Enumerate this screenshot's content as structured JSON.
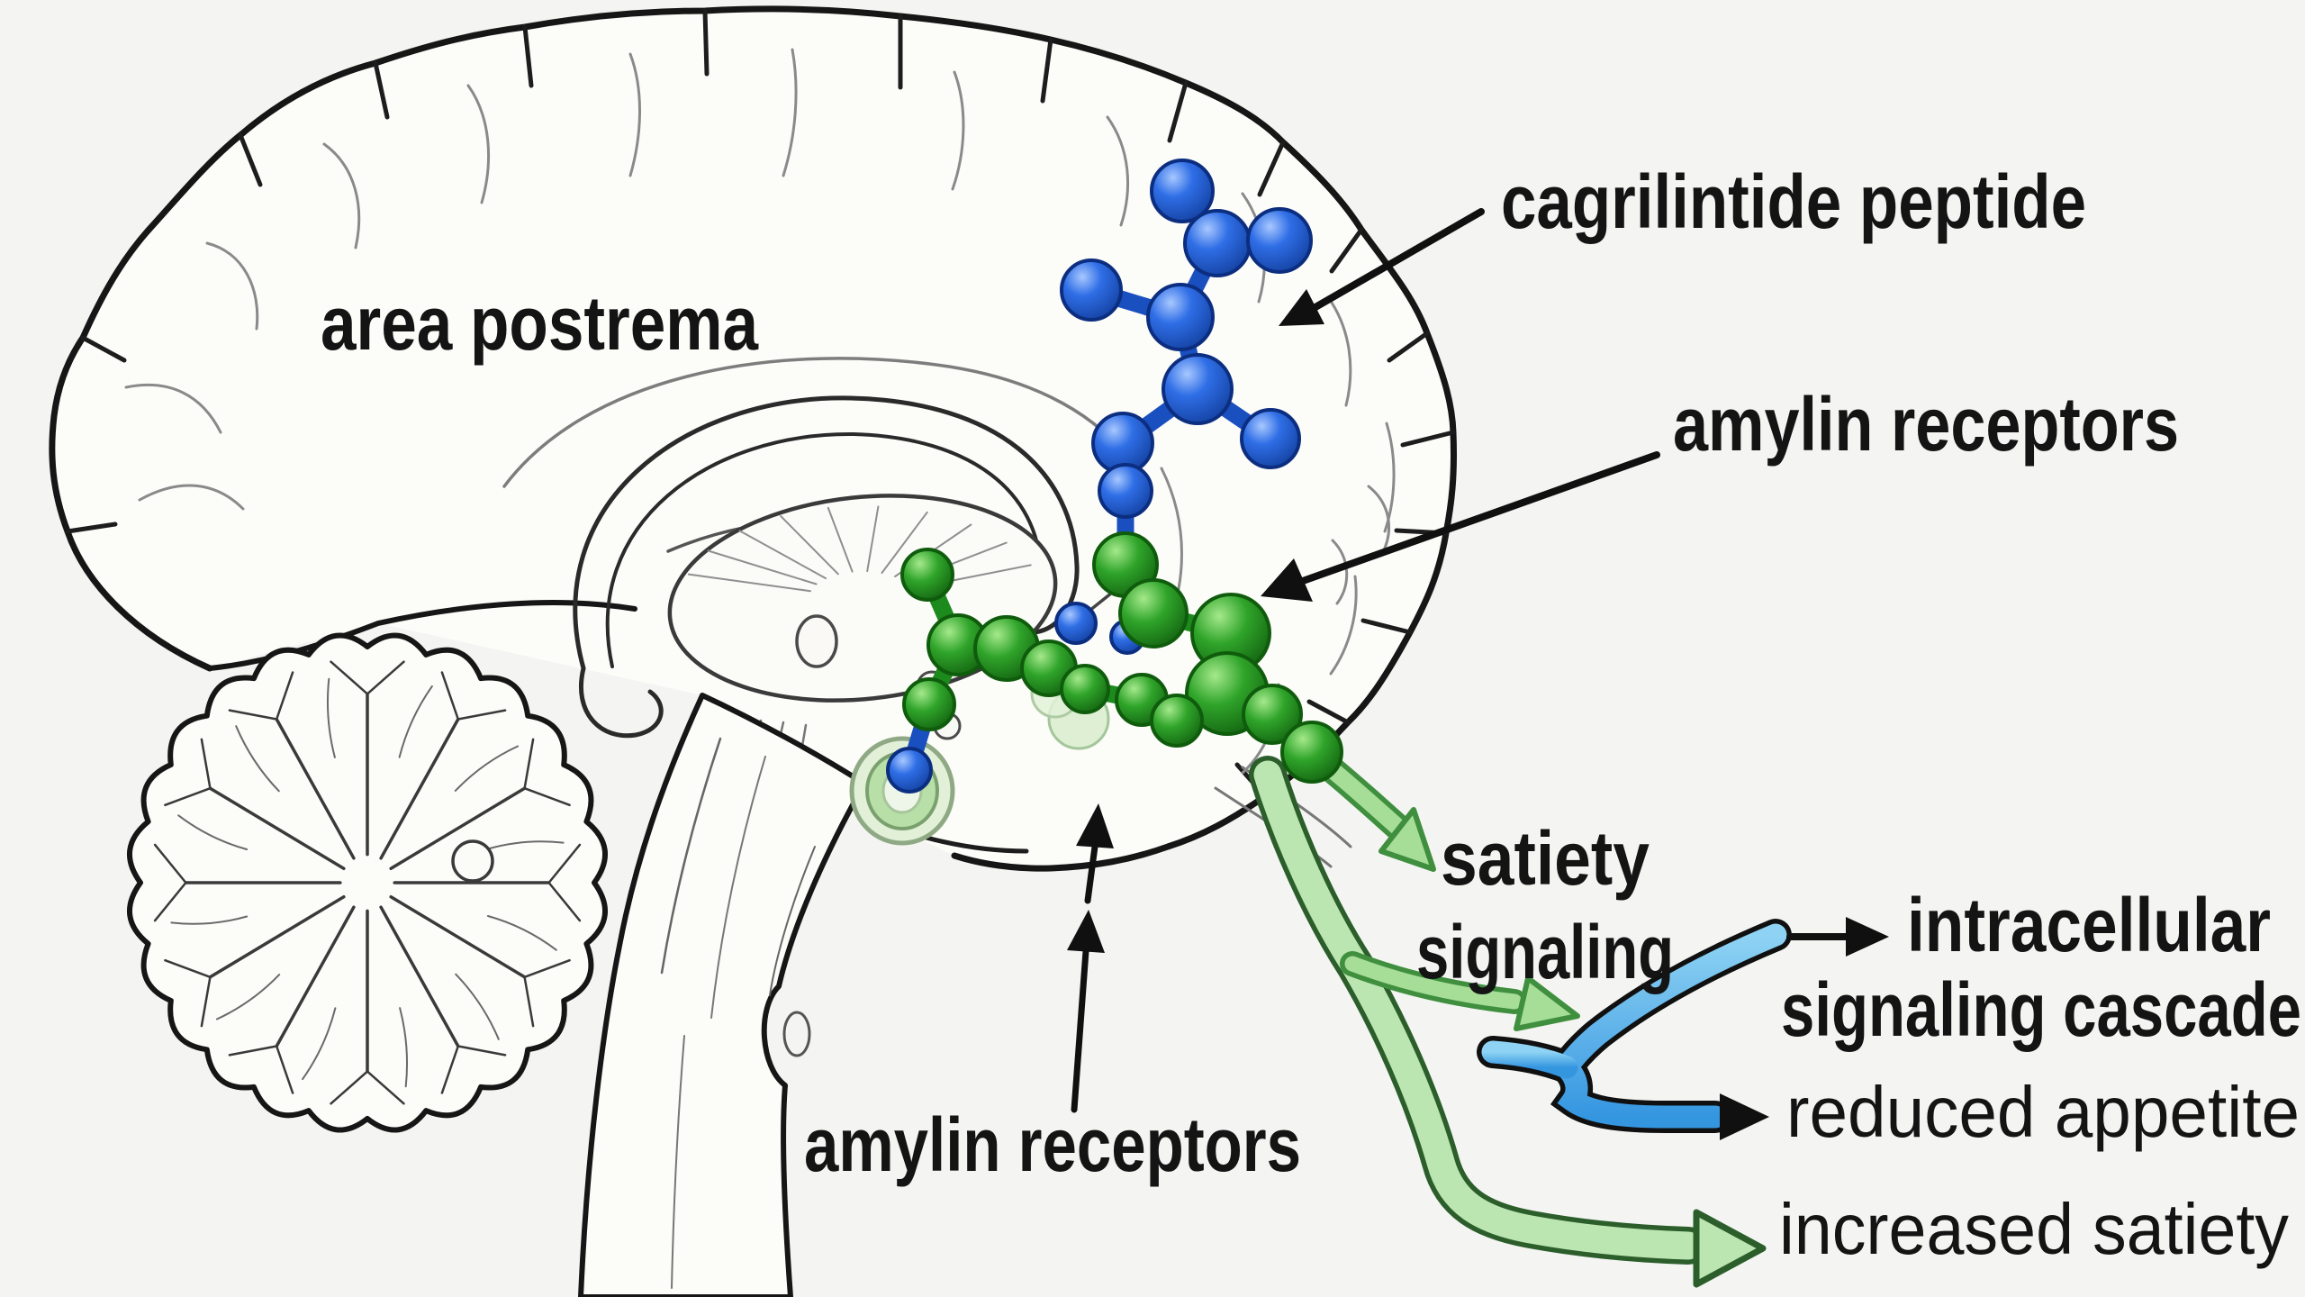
{
  "labels": {
    "area_postrema": "area postrema",
    "cagrilintide_peptide": "cagrilintide peptide",
    "amylin_receptors_top": "amylin receptors",
    "satiety_line1": "satiety",
    "satiety_line2": "signaling",
    "amylin_receptors_bottom": "amylin receptors",
    "cascade_line1": "intracellular",
    "cascade_line2": "signaling cascade",
    "reduced_appetite": "reduced appetite",
    "increased_satiety": "increased satiety"
  },
  "colors": {
    "background": "#f4f5f2",
    "ink": "#161616",
    "peptide_blue": "#2b6be4",
    "receptor_green": "#2fa42a",
    "signal_arrow_green_fill": "#bce6b1",
    "signal_arrow_green_stroke": "#2c5e2c",
    "signal_band_blue": "#55b4ea",
    "receptor_ring_green": "#b8dfa8"
  }
}
